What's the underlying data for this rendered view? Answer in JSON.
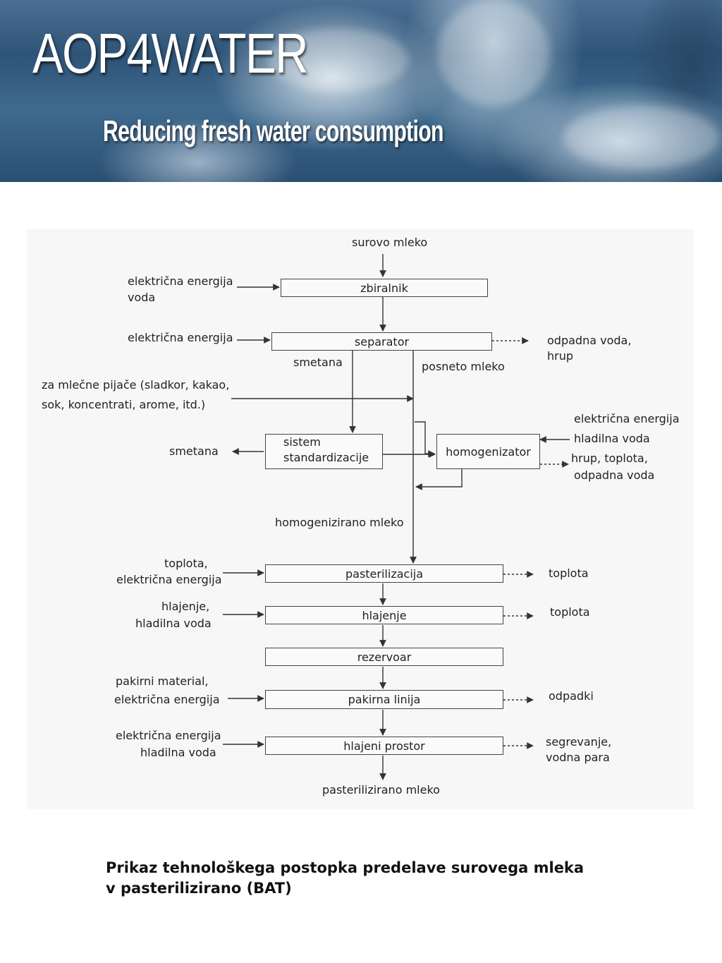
{
  "banner": {
    "title": "AOP4WATER",
    "subtitle": "Reducing fresh water consumption"
  },
  "diagram": {
    "input_top": "surovo mleko",
    "output_bottom": "pasterilizirano mleko",
    "steps": {
      "zbiralnik": "zbiralnik",
      "separator": "separator",
      "standardization": [
        "sistem",
        "standardizacije"
      ],
      "homogenizator": "homogenizator",
      "pasterilizacija": "pasterilizacija",
      "hlajenje": "hlajenje",
      "rezervoar": "rezervoar",
      "pakirna_linija": "pakirna linija",
      "hlajeni_prostor": "hlajeni prostor"
    },
    "inputs": {
      "zbiralnik": [
        "električna energija",
        "voda"
      ],
      "separator": [
        "električna energija"
      ],
      "mlecne_pijace": [
        "za mlečne pijače (sladkor, kakao,",
        "sok, koncentrati, arome, itd.)"
      ],
      "homogenizator": [
        "električna energija",
        "hladilna voda"
      ],
      "pasterilizacija": [
        "toplota,",
        "električna energija"
      ],
      "hlajenje": [
        "hlajenje,",
        "hladilna voda"
      ],
      "pakirna_linija": [
        "pakirni material,",
        "električna energija"
      ],
      "hlajeni_prostor": [
        "električna energija",
        "hladilna voda"
      ]
    },
    "outputs": {
      "separator": [
        "odpadna voda,",
        "hrup"
      ],
      "homogenizator": [
        "hrup, toplota,",
        "odpadna voda"
      ],
      "standardization": "smetana",
      "pasterilizacija": "toplota",
      "hlajenje": "toplota",
      "pakirna_linija": "odpadki",
      "hlajeni_prostor": [
        "segrevanje,",
        "vodna para"
      ]
    },
    "streams": {
      "smetana": "smetana",
      "posneto_mleko": "posneto mleko",
      "homogenizirano_mleko": "homogenizirano mleko"
    }
  },
  "caption": [
    "Prikaz tehnološkega postopka predelave surovega mleka",
    "v pasterilizirano (BAT)"
  ]
}
